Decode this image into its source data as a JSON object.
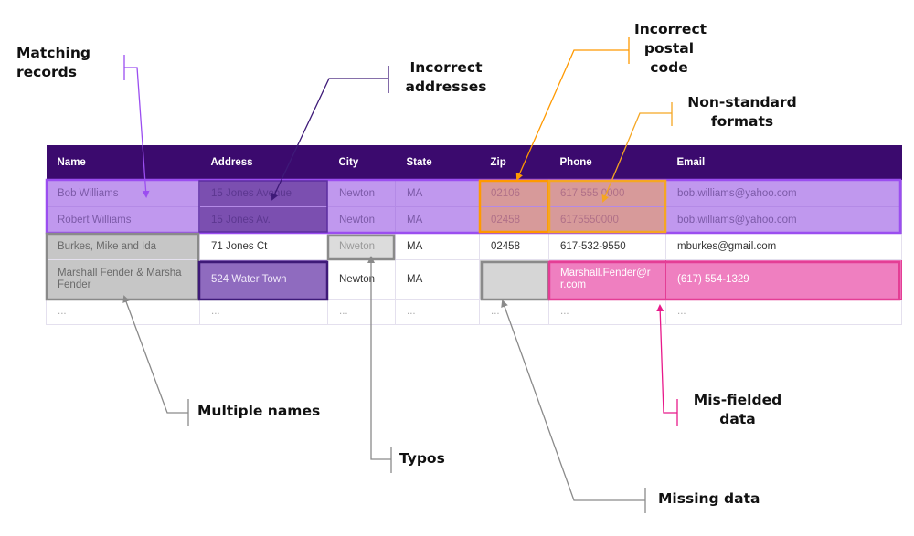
{
  "labels": {
    "matching_records": [
      "Matching",
      "records"
    ],
    "incorrect_addresses": [
      "Incorrect",
      "addresses"
    ],
    "incorrect_postal_code": [
      "Incorrect",
      "postal",
      "code"
    ],
    "non_standard_formats": [
      "Non-standard",
      "formats"
    ],
    "multiple_names": "Multiple names",
    "typos": "Typos",
    "missing_data": "Missing data",
    "mis_fielded_data": [
      "Mis-fielded",
      "data"
    ]
  },
  "table": {
    "columns": [
      "Name",
      "Address",
      "City",
      "State",
      "Zip",
      "Phone",
      "Email"
    ],
    "rows": [
      [
        "Bob Williams",
        "15 Jones Avenue",
        "Newton",
        "MA",
        "02106",
        "617 555 0000",
        "bob.williams@yahoo.com"
      ],
      [
        "Robert Williams",
        "15 Jones Av.",
        "Newton",
        "MA",
        "02458",
        "6175550000",
        "bob.williams@yahoo.com"
      ],
      [
        "Burkes, Mike and Ida",
        "71 Jones Ct",
        "Nweton",
        "MA",
        "02458",
        "617-532-9550",
        "mburkes@gmail.com"
      ],
      [
        "Marshall Fender & Marsha Fender",
        "524 Water Town",
        "Newton",
        "MA",
        "",
        "Marshall.Fender@r r.com",
        "(617) 554-1329"
      ],
      [
        "...",
        "...",
        "...",
        "...",
        "...",
        "...",
        "..."
      ]
    ]
  },
  "colors": {
    "header": "#3b0a6e",
    "matching": "#9b4ef0",
    "address": "#5c2fa0",
    "postal": "#ff9900",
    "formats": "#f5a623",
    "multiple_names": "#8a8a8a",
    "typos": "#8a8a8a",
    "missing": "#8a8a8a",
    "misfielded": "#e8198a"
  }
}
